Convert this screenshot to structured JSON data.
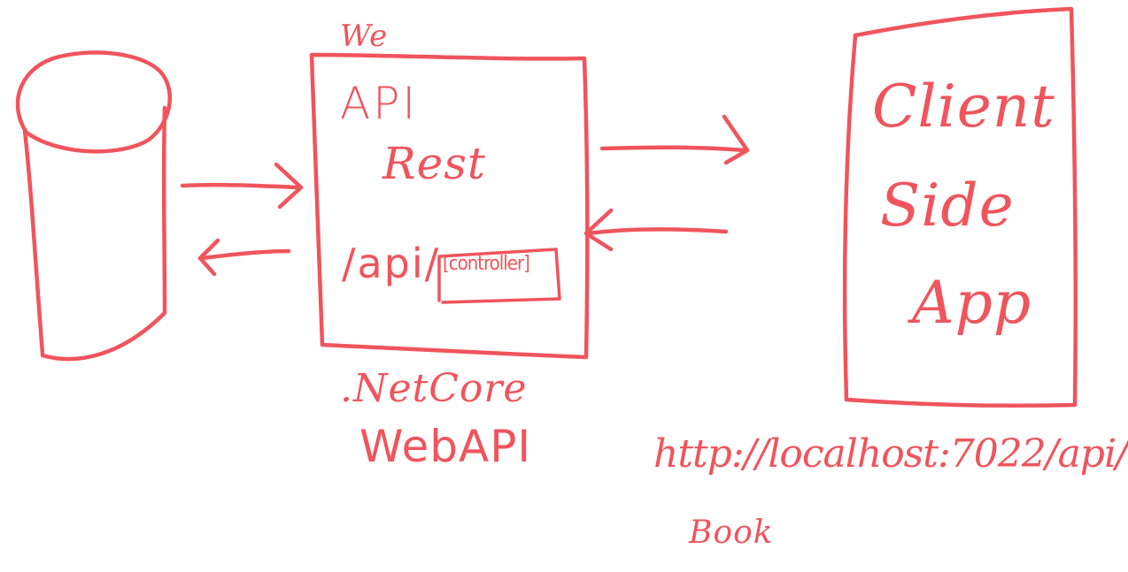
{
  "diagram": {
    "stroke_color": "#f0545c",
    "nodes": [
      {
        "id": "database",
        "shape": "cylinder"
      },
      {
        "id": "api",
        "shape": "box"
      },
      {
        "id": "client",
        "shape": "box"
      }
    ],
    "edges": [
      {
        "from": "database",
        "to": "api"
      },
      {
        "from": "api",
        "to": "database"
      },
      {
        "from": "api",
        "to": "client"
      },
      {
        "from": "client",
        "to": "api"
      }
    ]
  },
  "labels": {
    "top_partial": "We",
    "api_line1": "API",
    "api_line2": "Rest",
    "api_route": "/api/",
    "api_route_controller": "[controller]",
    "api_footer_line1": ".NetCore",
    "api_footer_line2": "WebAPI",
    "client_line1": "Client",
    "client_line2": "Side",
    "client_line3": "App",
    "url_line1": "http://localhost:7022/api/",
    "url_line2": "Book"
  }
}
